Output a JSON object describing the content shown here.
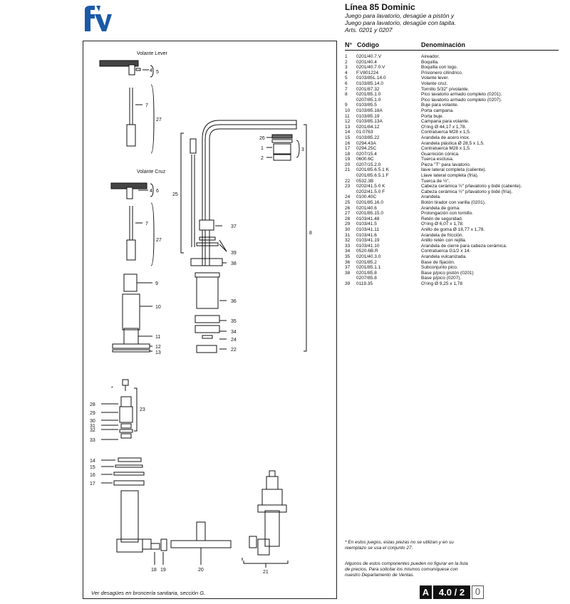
{
  "header": {
    "title": "Línea 85 Dominic",
    "subtitle_lines": [
      "Juego para lavatorio, desagüe a pistón y",
      "Juego para lavatorio, desagüe con tapita.",
      "Arts. 0201 y 0207"
    ]
  },
  "table": {
    "col_num": "N°",
    "col_code": "Código",
    "col_desc": "Denominación",
    "rows": [
      {
        "n": "1",
        "c": "0201/40.7.V",
        "d": "Aireador."
      },
      {
        "n": "2",
        "c": "0201/40.4",
        "d": "Boquilla."
      },
      {
        "n": "3",
        "c": "0201/40.7.0.V",
        "d": "Boquilla con logo."
      },
      {
        "n": "4",
        "c": "F.V801224",
        "d": "Prisionero cilíndrico."
      },
      {
        "n": "5",
        "c": "0103/85L.14.0",
        "d": "Volante lever."
      },
      {
        "n": "6",
        "c": "0103/85.14.0",
        "d": "Volante cruz."
      },
      {
        "n": "7",
        "c": "0201/87.32",
        "d": "Tornillo 5/32\" p/volante."
      },
      {
        "n": "8",
        "c": "0201/85.1.0",
        "d": "Pico lavatorio armado completo (0201)."
      },
      {
        "n": "",
        "c": "0207/85.1.0",
        "d": "Pico lavatorio armado completo (0207)."
      },
      {
        "n": "9",
        "c": "0103/85.5",
        "d": "Buje para volante."
      },
      {
        "n": "10",
        "c": "0103/85.18A",
        "d": "Porta campana."
      },
      {
        "n": "11",
        "c": "0103/85.19",
        "d": "Porta buje."
      },
      {
        "n": "12",
        "c": "0103/85.13A",
        "d": "Campana para volante."
      },
      {
        "n": "13",
        "c": "0201/84.12",
        "d": "O'ring Ø 44,17 x 1,78."
      },
      {
        "n": "14",
        "c": "01.0763",
        "d": "Contratuerca M28 x 1,5."
      },
      {
        "n": "15",
        "c": "0103/85.22",
        "d": "Arandela de acero inox."
      },
      {
        "n": "16",
        "c": "0294.43A",
        "d": "Arandela plástica Ø 28,5 x 1,5."
      },
      {
        "n": "17",
        "c": "0294.25C",
        "d": "Contratuerca M28 x 1,5."
      },
      {
        "n": "18",
        "c": "0207/15.4",
        "d": "Guarnición cónica."
      },
      {
        "n": "19",
        "c": "0600.6C",
        "d": "Tuerca esclusa."
      },
      {
        "n": "20",
        "c": "0207/15.2.0",
        "d": "Pieza \"T\" para lavatorio."
      },
      {
        "n": "21",
        "c": "0201/85.6.5.1 K",
        "d": "llave lateral completa (caliente)."
      },
      {
        "n": "",
        "c": "0201/85.6.5.1 F",
        "d": "Llave lateral completa (fría)."
      },
      {
        "n": "22",
        "c": "0532.3B",
        "d": "Tuerca de ½\"."
      },
      {
        "n": "23",
        "c": "0202/41.5.0 K",
        "d": "Cabeza cerámica ½\" p/lavatorio y bidé (caliente)."
      },
      {
        "n": "",
        "c": "0202/41.5.0 F",
        "d": "Cabeza cerámica ½\" p/lavatorio y bidé (fría)."
      },
      {
        "n": "24",
        "c": "0100.40C",
        "d": "Arandela."
      },
      {
        "n": "25",
        "c": "0201/85.16.0",
        "d": "Botón tirador con varilla (0201)."
      },
      {
        "n": "26",
        "c": "0201/40.6",
        "d": "Arandela de goma."
      },
      {
        "n": "27",
        "c": "0201/85.15.0",
        "d": "Prolongación con tornillo."
      },
      {
        "n": "28",
        "c": "0103/41.48",
        "d": "Retén de seguridad."
      },
      {
        "n": "29",
        "c": "0103/41.5",
        "d": "O'ring Ø 6,07 x 1,78."
      },
      {
        "n": "30",
        "c": "0103/41.11",
        "d": "Anillo de goma Ø 18,77 x 1,78."
      },
      {
        "n": "31",
        "c": "0103/41.6",
        "d": "Arandela de fricción."
      },
      {
        "n": "32",
        "c": "0103/41.19",
        "d": "Anillo retén con rejilla."
      },
      {
        "n": "33",
        "c": "0103/41.10",
        "d": "Arandela de cierre para cabeza cerámica."
      },
      {
        "n": "34",
        "c": "0520.6B.R",
        "d": "Contratuerca G1/2 x 14."
      },
      {
        "n": "35",
        "c": "0201/40.3.0",
        "d": "Arandela vulcanizada."
      },
      {
        "n": "36",
        "c": "0201/85.2",
        "d": "Base de fijación."
      },
      {
        "n": "37",
        "c": "0201/85.1.1",
        "d": "Subconjunto pico."
      },
      {
        "n": "38",
        "c": "0201/85.8",
        "d": "Base p/pico pistón (0201)"
      },
      {
        "n": "",
        "c": "0207/85.8",
        "d": "Base p/pico (0207)."
      },
      {
        "n": "39",
        "c": "0119.35",
        "d": "O'ring Ø 9,25 x 1,78"
      }
    ]
  },
  "notes": {
    "footnote": "* En estos juegos, estas piezas no se utilizan y en su reemplazo se usa el conjunto 27.",
    "prices": "Algunos de estos componentes pueden no figurar en la lista de precios. Para solicitar los mismos comuníquese con nuestro Departamento de Ventas.",
    "frame_note": "Ver desagües en broncería sanitaria, sección G."
  },
  "drawing": {
    "label_lever": "Volante Lever",
    "label_cruz": "Volante Cruz",
    "star": "*",
    "callouts": [
      "1",
      "2",
      "3",
      "4",
      "5",
      "6",
      "7",
      "8",
      "9",
      "10",
      "11",
      "12",
      "13",
      "14",
      "15",
      "16",
      "17",
      "18",
      "19",
      "20",
      "21",
      "22",
      "23",
      "24",
      "25",
      "26",
      "27",
      "28",
      "29",
      "30",
      "31",
      "32",
      "33",
      "34",
      "35",
      "36",
      "37",
      "38",
      "39"
    ]
  },
  "badge": {
    "section": "A",
    "page": "4.0 / 2",
    "rev": "0"
  },
  "colors": {
    "logo_blue": "#1a5aa8",
    "ink": "#111111"
  }
}
